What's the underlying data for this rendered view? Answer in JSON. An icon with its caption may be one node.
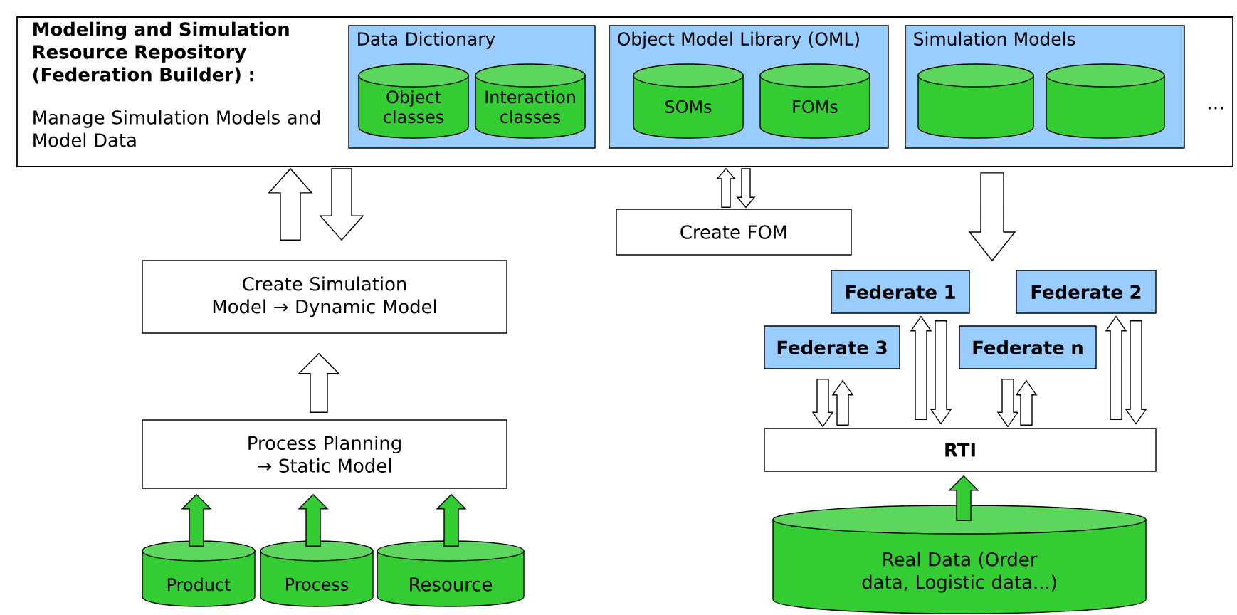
{
  "diagram": {
    "nodes": [
      {
        "text": [
          "Modeling and Simulation Resource Repository (Federation Builder) :",
          "Manage Simulation Models and Model Data"
        ]
      },
      {
        "text": [
          "Data Dictionary"
        ],
        "in": 0
      },
      {
        "text": [
          "Object classes"
        ],
        "in": 1
      },
      {
        "text": [
          "Interaction classes"
        ],
        "in": 1
      },
      {
        "text": [
          "Object Model Library (OML)"
        ],
        "in": 0
      },
      {
        "text": [
          "SOMs"
        ],
        "in": 4
      },
      {
        "text": [
          "FOMs"
        ],
        "in": 4
      },
      {
        "text": [
          "Simulation Models"
        ],
        "in": 0
      },
      {
        "text": [],
        "shape": "cylinder",
        "in": 7
      },
      {
        "text": [],
        "shape": "cylinder",
        "in": 7
      },
      {
        "text": [
          "Create Simulation Model → Dynamic Model"
        ]
      },
      {
        "text": [
          "Process Planning → Static Model"
        ]
      },
      {
        "text": [
          "Product"
        ]
      },
      {
        "text": [
          "Process"
        ]
      },
      {
        "text": [
          "Resource"
        ]
      },
      {
        "text": [
          "Create FOM"
        ]
      },
      {
        "text": [
          "Federate 1"
        ]
      },
      {
        "text": [
          "Federate 2"
        ]
      },
      {
        "text": [
          "Federate 3"
        ]
      },
      {
        "text": [
          "Federate n"
        ]
      },
      {
        "text": [
          "RTI"
        ]
      },
      {
        "text": [
          "Real Data (Order data, Logistic data...)"
        ]
      }
    ],
    "edges": [
      {
        "from": 10,
        "to": 0,
        "arrow": "to"
      },
      {
        "from": 0,
        "to": 10,
        "arrow": "to"
      },
      {
        "from": 11,
        "to": 10,
        "arrow": "to"
      },
      {
        "from": 12,
        "to": 11,
        "arrow": "to",
        "color": "#33cc33"
      },
      {
        "from": 13,
        "to": 11,
        "arrow": "to",
        "color": "#33cc33"
      },
      {
        "from": 14,
        "to": 11,
        "arrow": "to",
        "color": "#33cc33"
      },
      {
        "from": 15,
        "to": 0,
        "arrow": "to"
      },
      {
        "from": 0,
        "to": 15,
        "arrow": "to"
      },
      {
        "from": 0,
        "to": null,
        "arrow": "to"
      },
      {
        "from": 18,
        "to": 20,
        "arrow": "to"
      },
      {
        "from": 20,
        "to": 18,
        "arrow": "to"
      },
      {
        "from": 20,
        "to": 16,
        "arrow": "to"
      },
      {
        "from": 16,
        "to": 20,
        "arrow": "to"
      },
      {
        "from": 19,
        "to": 20,
        "arrow": "to"
      },
      {
        "from": 20,
        "to": 19,
        "arrow": "to"
      },
      {
        "from": 20,
        "to": 17,
        "arrow": "to"
      },
      {
        "from": 17,
        "to": 20,
        "arrow": "to"
      },
      {
        "from": 21,
        "to": 20,
        "arrow": "to",
        "color": "#33cc33"
      }
    ],
    "labels": [
      "…"
    ]
  }
}
